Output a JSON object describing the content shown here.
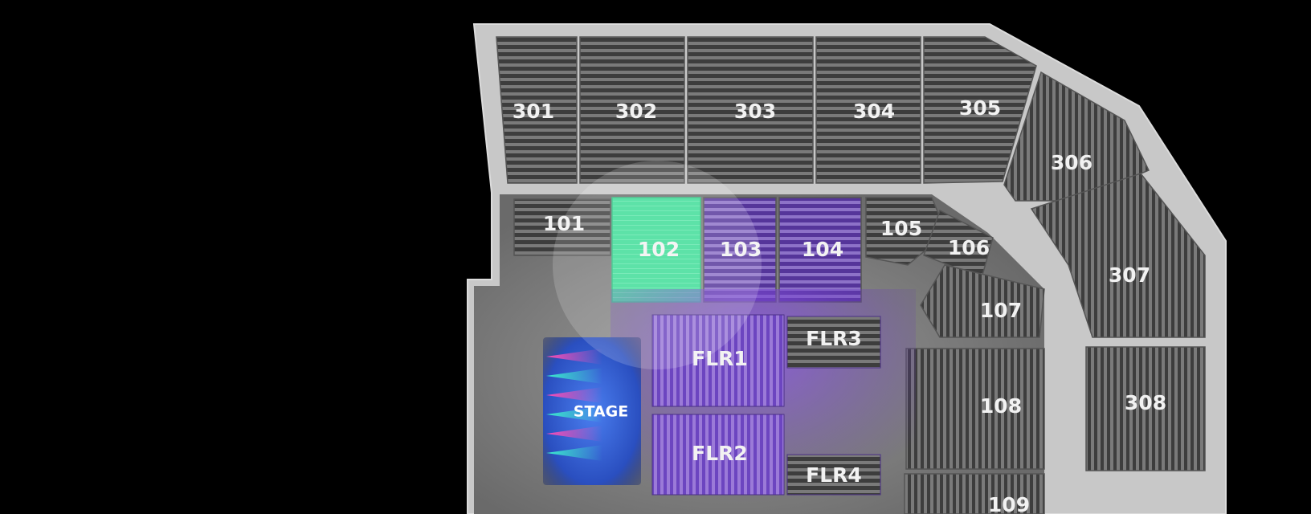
{
  "venue": {
    "colors": {
      "background": "#000000",
      "concourse": "#c9c9c9",
      "section_fill": "#6a6a6a",
      "row_stripe": "#3c3c3c",
      "selected": "#3ddc97",
      "floor": "#7b4fd6",
      "stage_glow": "#3a6bd8",
      "highlight_ring": "#ffffff"
    },
    "stage": {
      "label": "STAGE"
    },
    "selected_section": "102",
    "sections_300": [
      {
        "id": "301",
        "label": "301"
      },
      {
        "id": "302",
        "label": "302"
      },
      {
        "id": "303",
        "label": "303"
      },
      {
        "id": "304",
        "label": "304"
      },
      {
        "id": "305",
        "label": "305"
      },
      {
        "id": "306",
        "label": "306"
      },
      {
        "id": "307",
        "label": "307"
      },
      {
        "id": "308",
        "label": "308"
      }
    ],
    "sections_100": [
      {
        "id": "101",
        "label": "101"
      },
      {
        "id": "102",
        "label": "102"
      },
      {
        "id": "103",
        "label": "103"
      },
      {
        "id": "104",
        "label": "104"
      },
      {
        "id": "105",
        "label": "105"
      },
      {
        "id": "106",
        "label": "106"
      },
      {
        "id": "107",
        "label": "107"
      },
      {
        "id": "108",
        "label": "108"
      },
      {
        "id": "109",
        "label": "109"
      }
    ],
    "floor_sections": [
      {
        "id": "FLR1",
        "label": "FLR1"
      },
      {
        "id": "FLR2",
        "label": "FLR2"
      },
      {
        "id": "FLR3",
        "label": "FLR3"
      },
      {
        "id": "FLR4",
        "label": "FLR4"
      }
    ]
  }
}
